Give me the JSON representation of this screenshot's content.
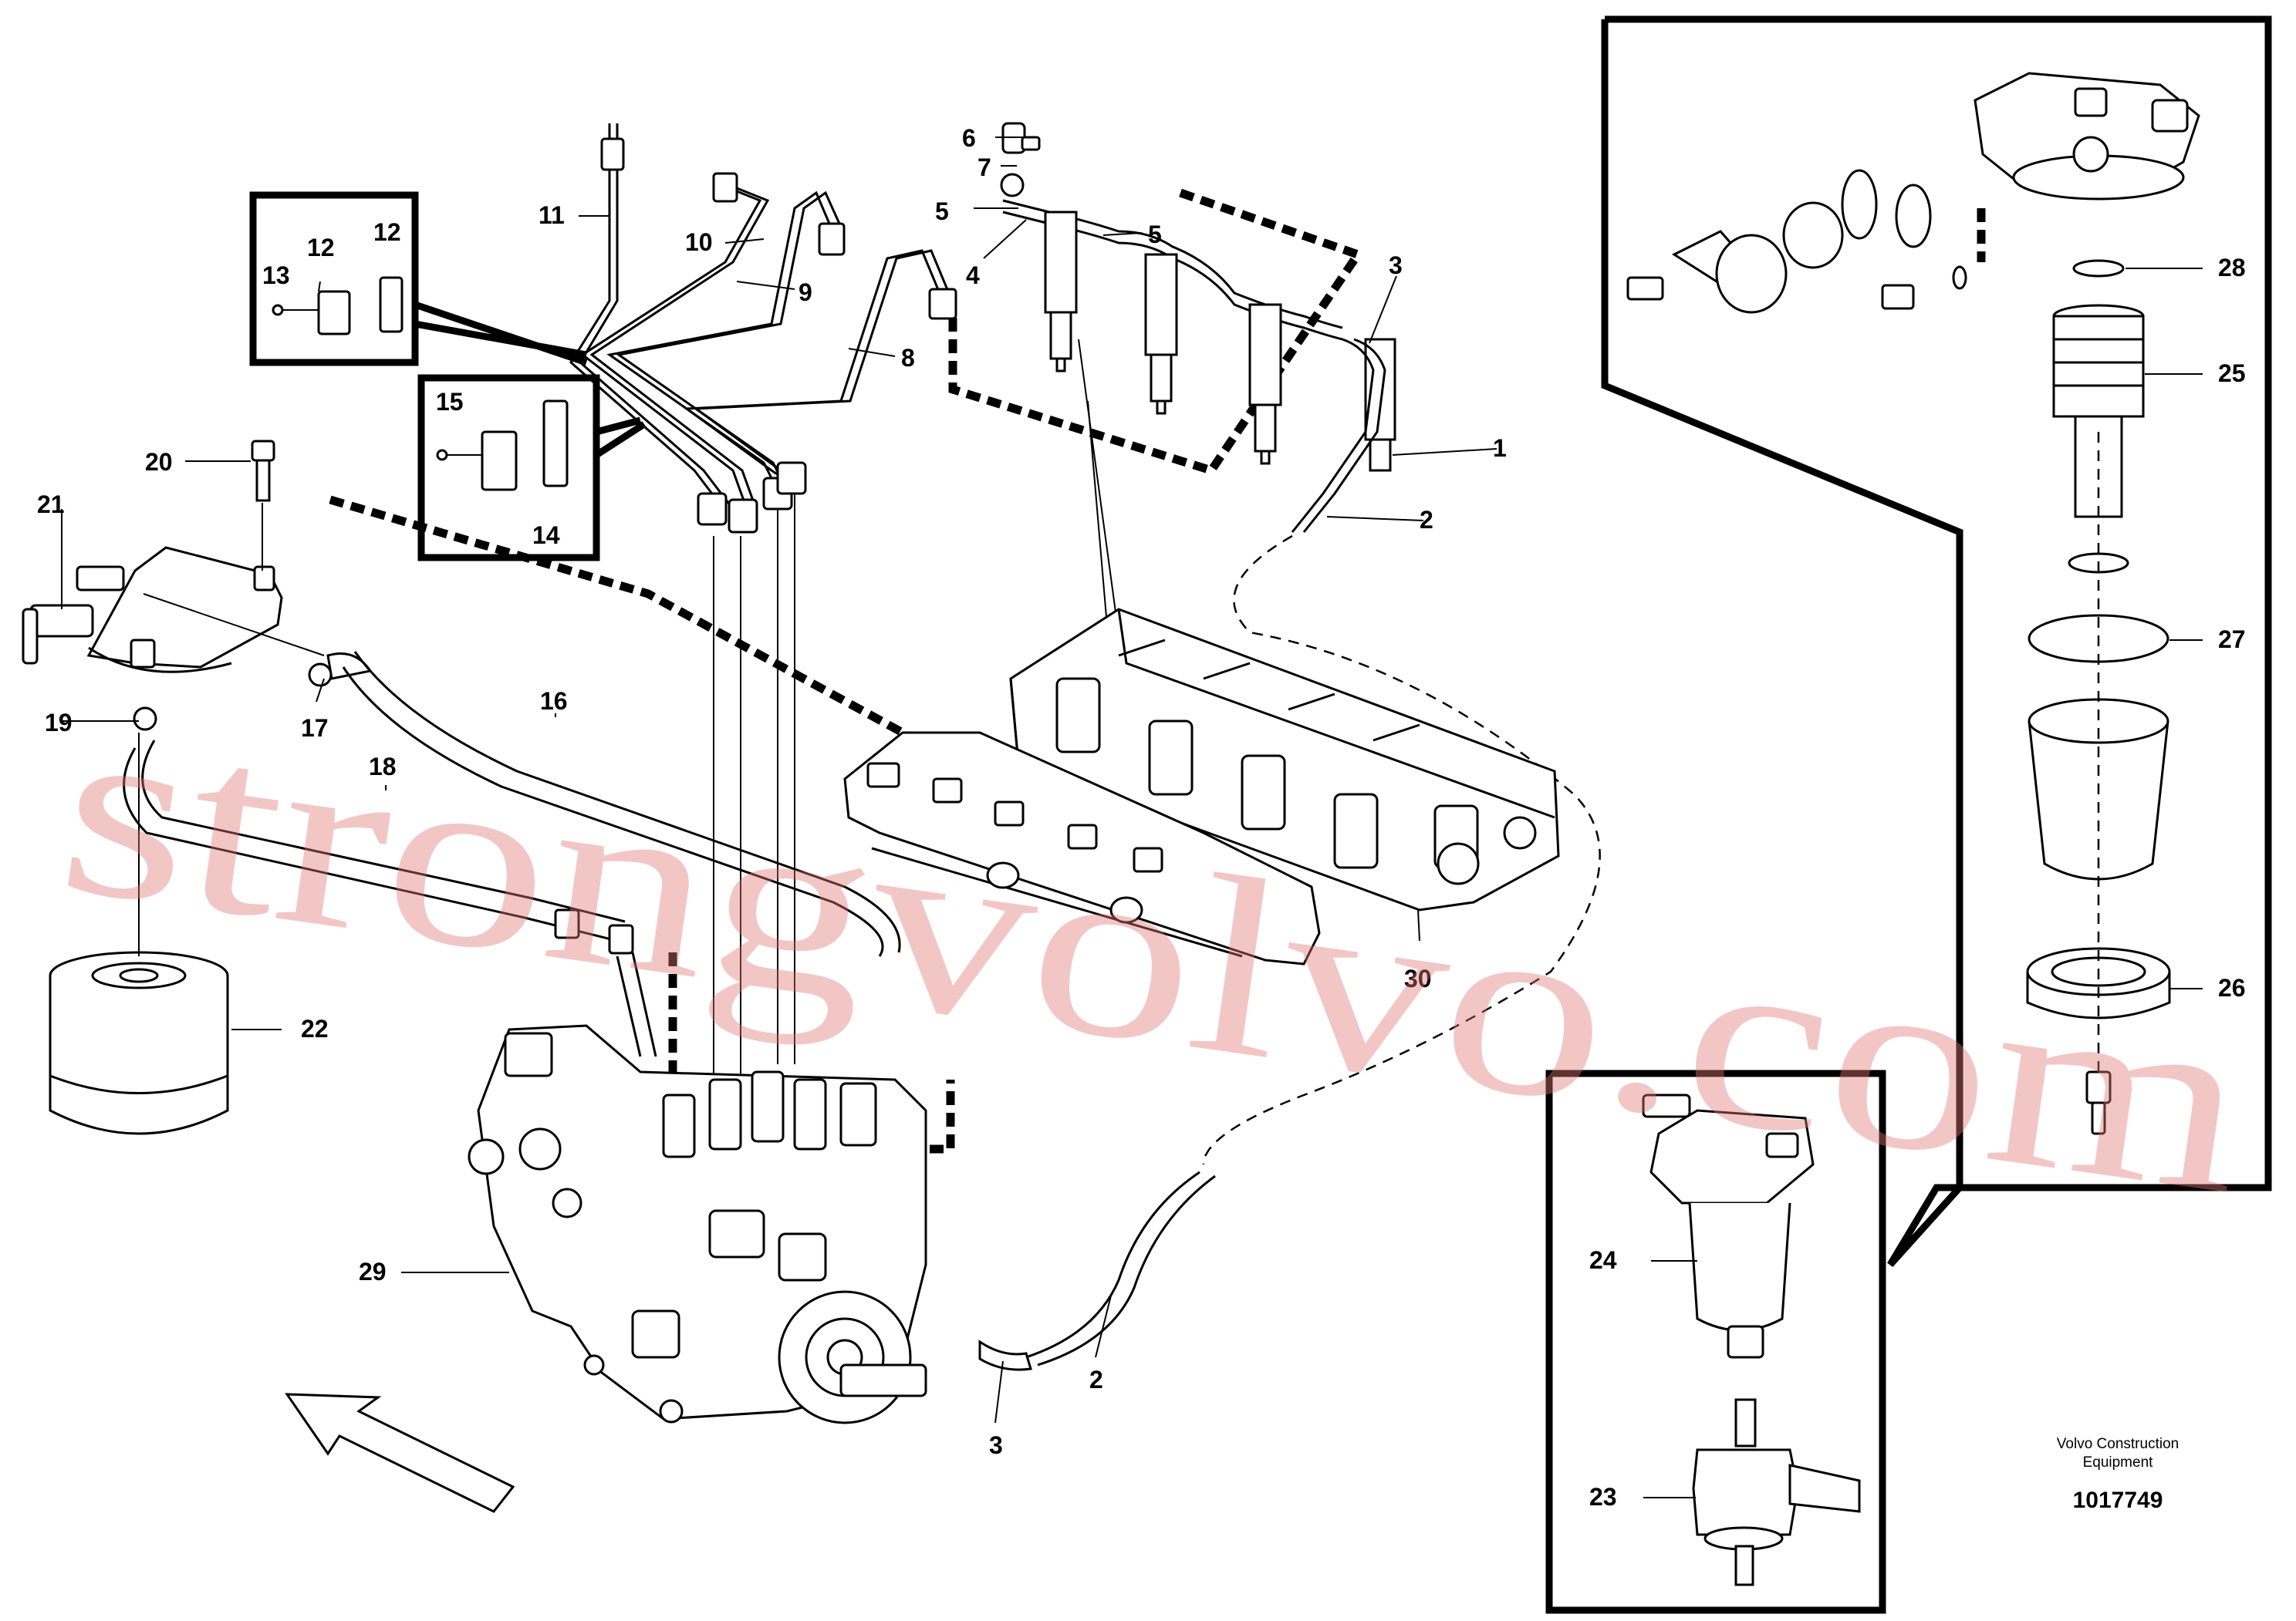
{
  "labels": {
    "p1": "1",
    "p2a": "2",
    "p2b": "2",
    "p3a": "3",
    "p3b": "3",
    "p4": "4",
    "p5a": "5",
    "p5b": "5",
    "p6": "6",
    "p7": "7",
    "p8": "8",
    "p9": "9",
    "p10": "10",
    "p11": "11",
    "p12a": "12",
    "p12b": "12",
    "p13": "13",
    "p14": "14",
    "p15": "15",
    "p16": "16",
    "p17": "17",
    "p18": "18",
    "p19": "19",
    "p20": "20",
    "p21": "21",
    "p22": "22",
    "p23": "23",
    "p24": "24",
    "p25": "25",
    "p26": "26",
    "p27": "27",
    "p28": "28",
    "p29": "29",
    "p30": "30"
  },
  "caption": {
    "line1": "Volvo Construction",
    "line2": "Equipment"
  },
  "document_number": "1017749",
  "watermark": "strongvolvo.com",
  "icons": [
    "direction-arrow-icon"
  ]
}
